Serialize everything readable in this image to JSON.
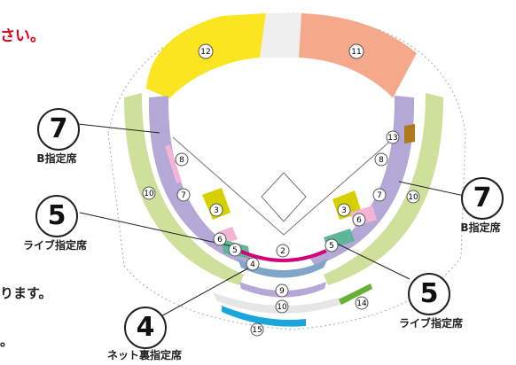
{
  "header_text": "さい。",
  "side_text_1": "ります。",
  "side_text_2": "。",
  "callouts": {
    "b_left": {
      "num": "7",
      "label": "B指定席"
    },
    "b_right": {
      "num": "7",
      "label": "B指定席"
    },
    "live_left": {
      "num": "5",
      "label": "ライブ指定席"
    },
    "live_right": {
      "num": "5",
      "label": "ライブ指定席"
    },
    "net": {
      "num": "4",
      "label": "ネット裏指定席"
    }
  },
  "section_numbers": {
    "s12": "12",
    "s11": "11",
    "s13": "13",
    "s8l": "8",
    "s8r": "8",
    "s7l": "7",
    "s7r": "7",
    "s10l": "10",
    "s10r": "10",
    "s10b": "10",
    "s3l": "3",
    "s3r": "3",
    "s6l": "6",
    "s6r": "6",
    "s5l": "5",
    "s5r": "5",
    "s4": "4",
    "s2": "2",
    "s9": "9",
    "s14": "14",
    "s15": "15"
  },
  "colors": {
    "outfield_yellow": "#fbe520",
    "outfield_salmon": "#f4a98a",
    "lime": "#cfe09a",
    "lavender": "#b4a8d6",
    "pink": "#f4b4d4",
    "magenta": "#d6007a",
    "teal": "#5db69a",
    "steel_blue": "#7fa6c8",
    "cyan": "#1aa6dc",
    "green": "#66b032",
    "olive_yellow": "#d7d000",
    "brown": "#b07a1c",
    "callout_red": "#e6001a"
  }
}
